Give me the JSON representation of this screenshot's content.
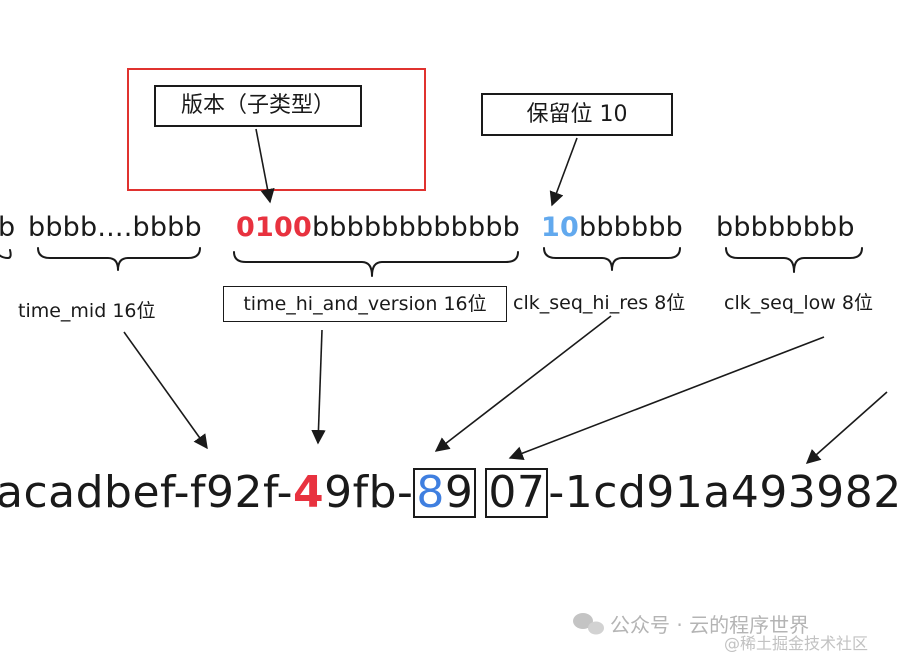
{
  "annotations": {
    "version_label": "版本（子类型）",
    "reserved_label": "保留位 10"
  },
  "bits": {
    "partial_left": "b",
    "time_mid": "bbbb....bbbb",
    "version_prefix": "0100",
    "version_rest": "bbbbbbbbbbbb",
    "clk_hi_prefix": "10",
    "clk_hi_rest": "bbbbbb",
    "clk_low": "bbbbbbbb"
  },
  "fields": {
    "time_mid": "time_mid 16位",
    "time_hi_and_version": "time_hi_and_version 16位",
    "clk_seq_hi_res": "clk_seq_hi_res 8位",
    "clk_seq_low": "clk_seq_low  8位"
  },
  "uuid": {
    "part1": "acadbef-f92f-",
    "version_digit": "4",
    "part2": "9fb-",
    "variant_digit": "8",
    "variant_rest": "9",
    "clk_low_hex": "07",
    "part3": "-1cd91a493982"
  },
  "watermark": {
    "main": "公众号 · 云的程序世界",
    "sub": "@稀土掘金技术社区"
  },
  "colors": {
    "version_highlight": "#e8323f",
    "reserved_highlight": "#62a9ee",
    "frame": "#e0322f"
  }
}
